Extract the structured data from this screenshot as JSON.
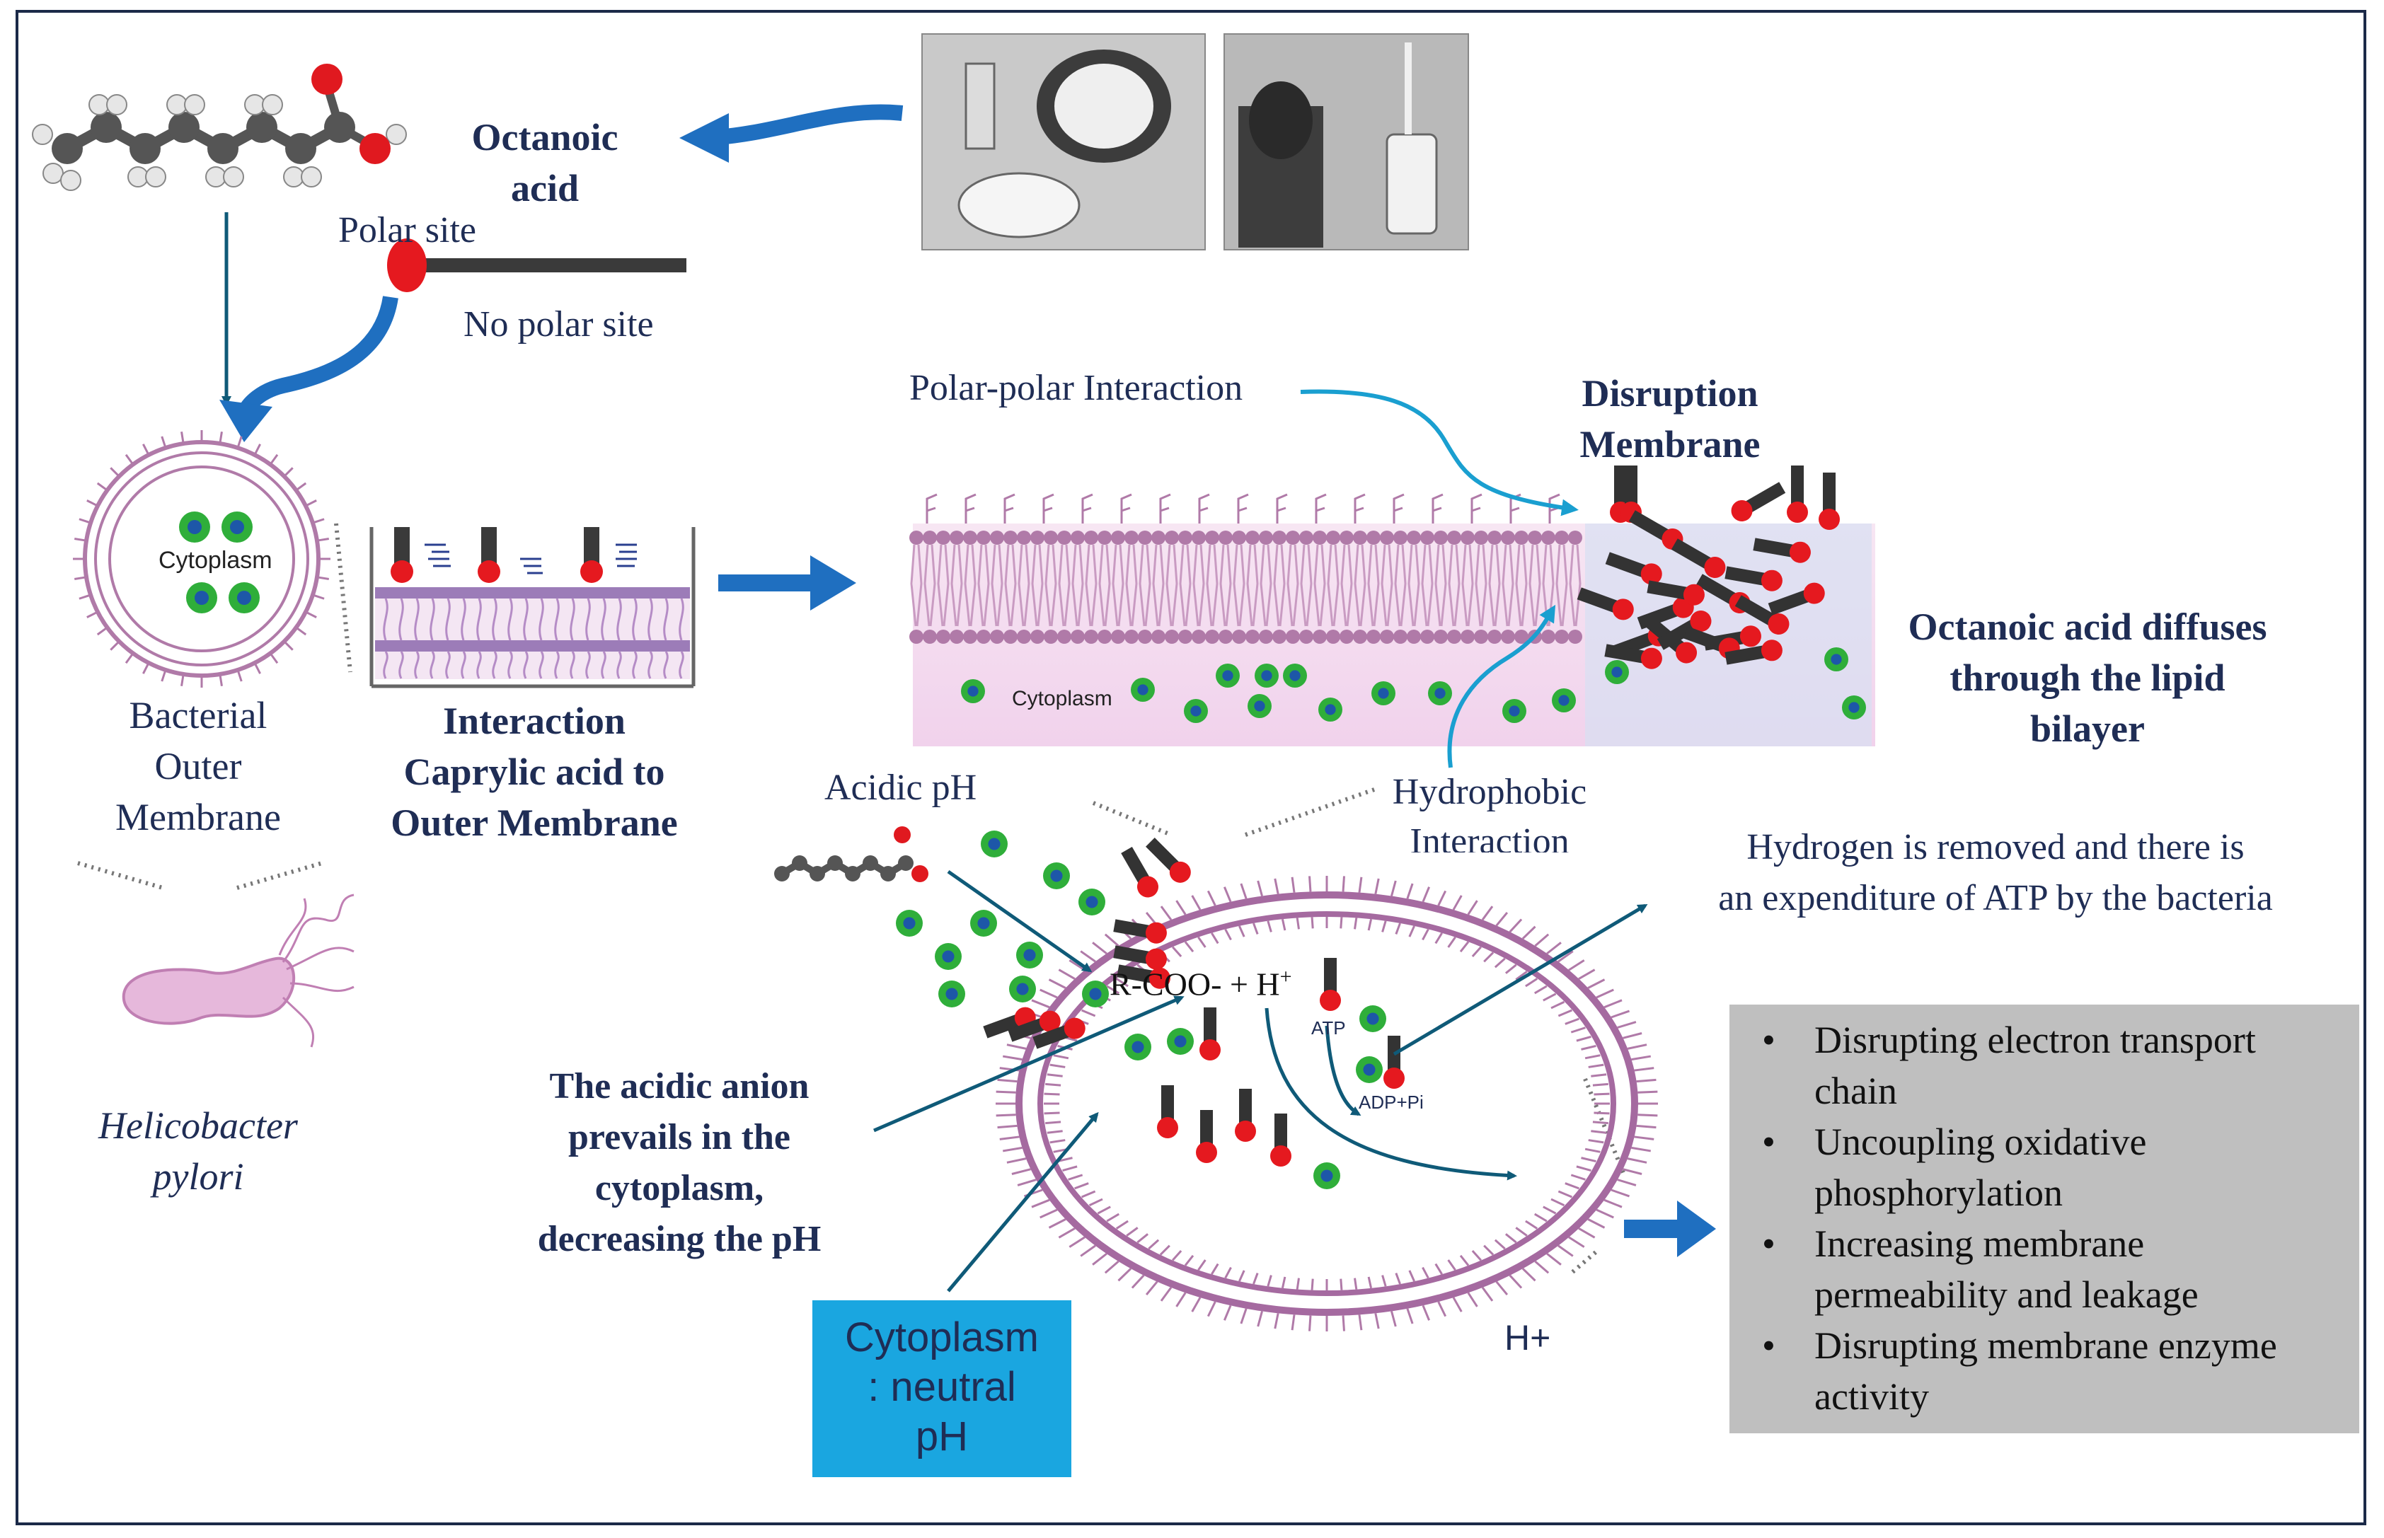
{
  "labels": {
    "octanoic_acid": [
      "Octanoic",
      "acid"
    ],
    "polar_site": "Polar site",
    "no_polar_site": "No polar site",
    "cytoplasm_small": "Cytoplasm",
    "bacterial_outer_membrane": [
      "Bacterial",
      "Outer",
      "Membrane"
    ],
    "interaction_caprylic": [
      "Interaction",
      "Caprylic acid to",
      "Outer Membrane"
    ],
    "helicobacter": [
      "Helicobacter",
      "pylori"
    ],
    "polar_polar_interaction": "Polar-polar Interaction",
    "disruption_membrane": [
      "Disruption",
      "Membrane"
    ],
    "octanoic_diffuses": [
      "Octanoic acid diffuses",
      "through the lipid",
      "bilayer"
    ],
    "cytoplasm_membrane": "Cytoplasm",
    "acidic_ph": "Acidic pH",
    "hydrophobic_interaction": [
      "Hydrophobic",
      "Interaction"
    ],
    "hydrogen_removed": [
      "Hydrogen is removed and there is",
      "an expenditure of ATP by the bacteria"
    ],
    "reaction": "R-COO- + H",
    "reaction_sup": "+",
    "atp": "ATP",
    "adp_pi": "ADP+Pi",
    "h_plus": "H+",
    "acidic_anion": [
      "The acidic anion",
      "prevails in the",
      "cytoplasm,",
      "decreasing the pH"
    ],
    "cytoplasm_neutral": [
      "Cytoplasm",
      ": neutral",
      "pH"
    ]
  },
  "effects": [
    "Disrupting electron transport chain",
    "Uncoupling oxidative phosphorylation",
    "Increasing membrane permeability and leakage",
    "Disrupting membrane enzyme activity"
  ],
  "bullet": "•",
  "colors": {
    "arrow_blue": "#1f6fc0",
    "thin_arrow": "#0f5a78",
    "membrane_pink": "#b07aa8",
    "membrane_light": "#f3dcef",
    "particle_green": "#2fae3a",
    "particle_blue": "#1d57a8",
    "polar_red": "#e5191f",
    "tail_dark": "#333333",
    "text_navy": "#1f2d55",
    "box_gray": "#bfbfbf",
    "box_blue": "#1aa6e0"
  }
}
